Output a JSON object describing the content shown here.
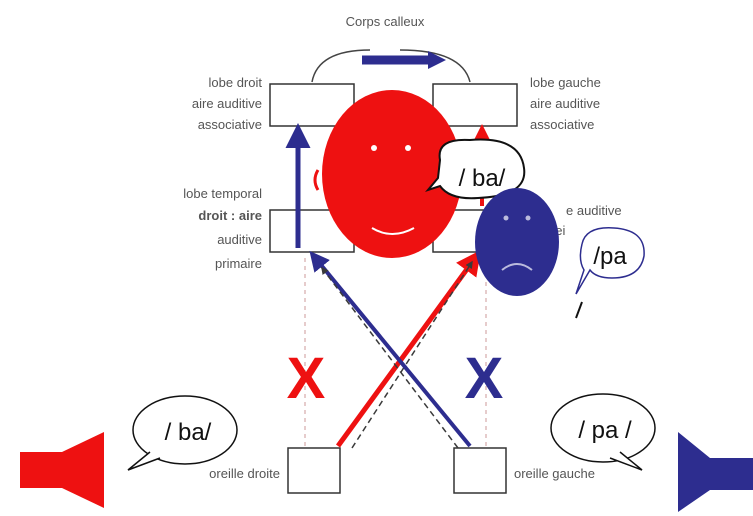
{
  "colors": {
    "red": "#ee1111",
    "blue": "#2d2d8f",
    "dark": "#3a3a3a",
    "label": "#555555"
  },
  "labels": {
    "corps_calleux": "Corps calleux",
    "lobe_droit": [
      "lobe droit",
      "aire auditive",
      "associative"
    ],
    "lobe_gauche": [
      "lobe gauche",
      "aire auditive",
      "associative"
    ],
    "lobe_temporal_droit": [
      "lobe temporal",
      "droit : aire",
      "auditive",
      "primaire"
    ],
    "lobe_temporal_gauche_fragment": [
      "e auditive"
    ],
    "lobe_temporal_gauche_fragment_2": "nei",
    "oreille_droite": "oreille droite",
    "oreille_gauche": "oreille gauche"
  },
  "speech": {
    "left_bubble": "/ ba/",
    "right_bubble": "/ pa /",
    "happy_face_bubble": "/ ba/",
    "sad_face_bubble": "/pa"
  },
  "marks": {
    "left_x": "X",
    "right_x": "X"
  },
  "icons": {
    "left_speaker": "speaker-icon",
    "right_speaker": "speaker-icon",
    "happy_face": "smiley-face-icon",
    "sad_face": "sad-face-icon"
  }
}
